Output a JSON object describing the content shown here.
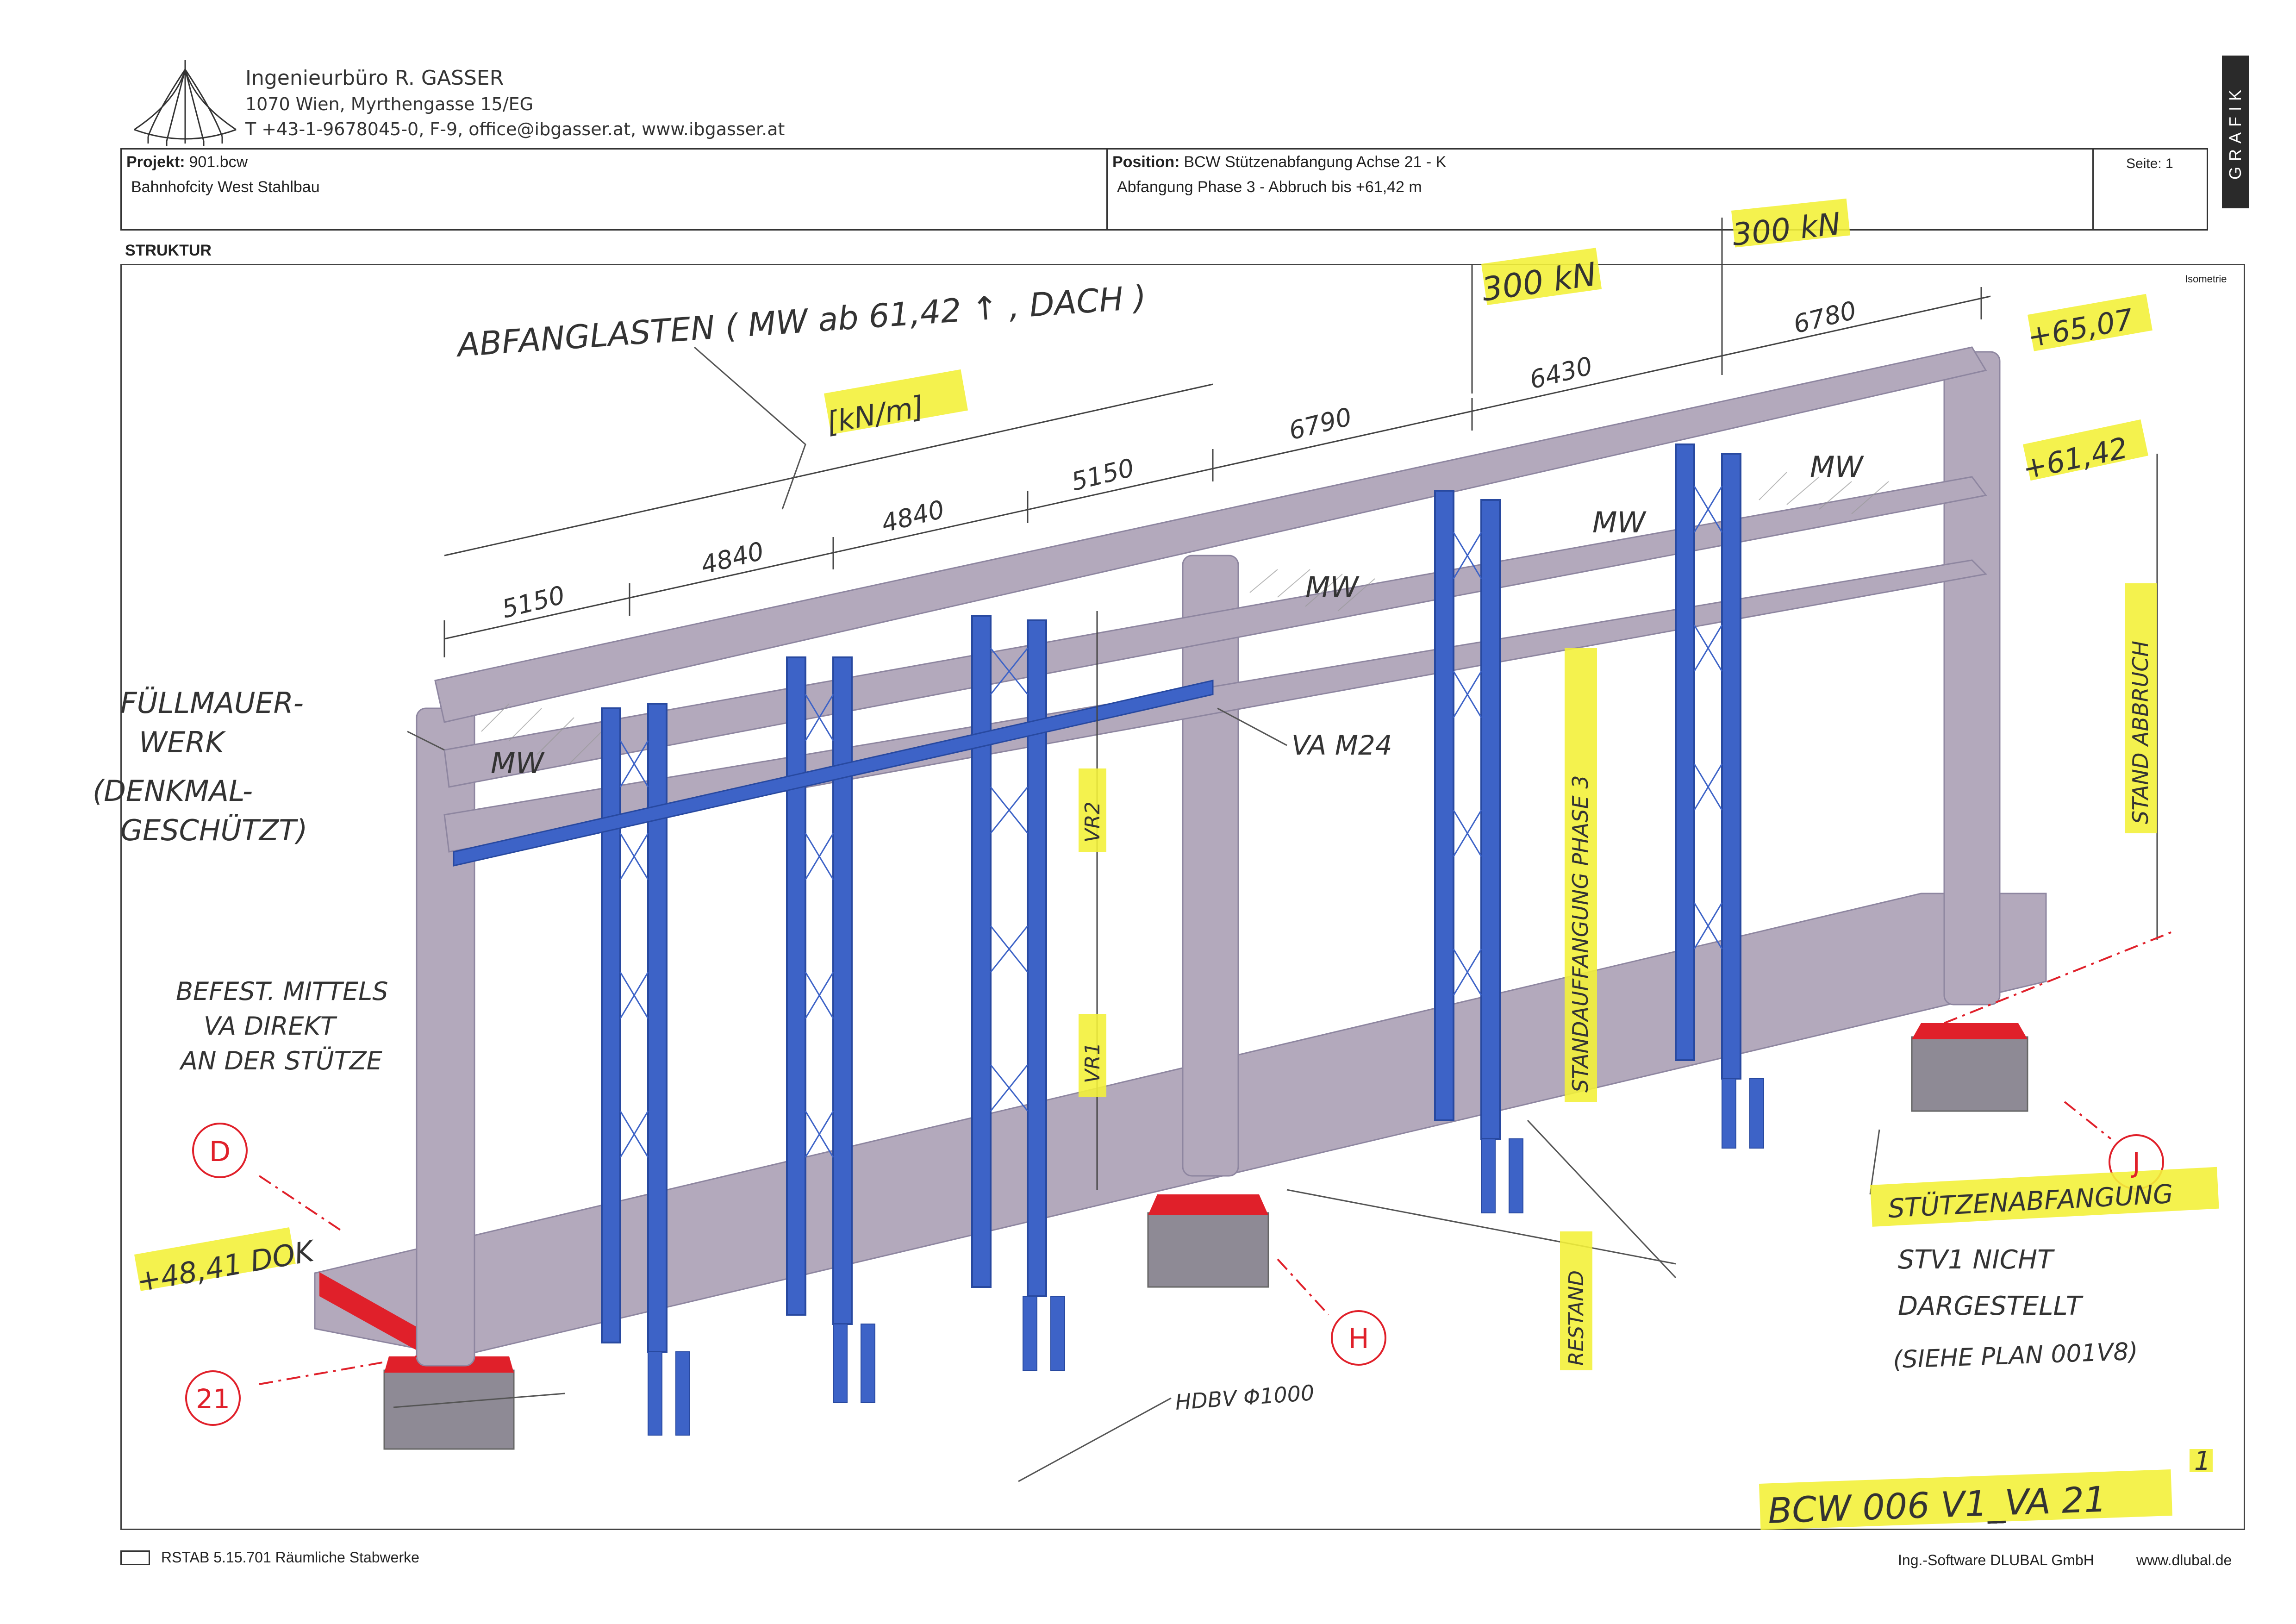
{
  "company": {
    "name": "Ingenieurbüro R. GASSER",
    "address": "1070 Wien, Myrthengasse 15/EG",
    "contact": "T +43-1-9678045-0, F-9, office@ibgasser.at, www.ibgasser.at",
    "logo_icon": "tent-roof-logo"
  },
  "side_tab": "GRAFIK",
  "header": {
    "projekt_label": "Projekt:",
    "projekt_value": "901.bcw",
    "projekt_desc": "Bahnhofcity West Stahlbau",
    "position_label": "Position:",
    "position_value": "BCW Stützenabfangung Achse 21 - K",
    "position_desc": "Abfangung Phase 3 - Abbruch bis +61,42 m",
    "seite": "Seite: 1"
  },
  "section_title": "STRUKTUR",
  "view_label": "Isometrie",
  "annotations": {
    "load_case": "ABFANGLASTEN  ( MW ab 61,42 ↑ , DACH )",
    "load_case_hl": "[kN/m]",
    "load1": "300 kN",
    "load2": "300 kN",
    "top_elev": "+65,07",
    "demol_elev": "+61,42",
    "base_elev": "+48,41 DOK",
    "dims_upper": [
      "5150",
      "4840",
      "4840",
      "5150",
      "6790",
      "6430",
      "6780"
    ],
    "mw": [
      "MW",
      "MW",
      "MW",
      "MW"
    ],
    "infill1": "FÜLLMAUER-",
    "infill2": "WERK",
    "infill3": "(DENKMAL-",
    "infill4": "GESCHÜTZT)",
    "anchor1": "BEFEST. MITTELS",
    "anchor2": "VA DIREKT",
    "anchor3": "AN DER STÜTZE",
    "va": "VA M24",
    "vr1": "VR1",
    "vr2": "VR2",
    "phase3": "STANDAUFFANGUNG PHASE 3",
    "stand": "STAND ABBRUCH",
    "restand": "RESTAND",
    "note1": "STÜTZENABFANGUNG",
    "note2": "STV1 NICHT",
    "note3": "DARGESTELLT",
    "note4": "(SIEHE PLAN 001V8)",
    "pile": "HDBV Φ1000",
    "axis_d": "D",
    "axis_h": "H",
    "axis_j": "J",
    "axis_21": "21",
    "drawing_no": "BCW 006 V1_VA 21",
    "sheet": "1"
  },
  "footer": {
    "software": "RSTAB 5.15.701 Räumliche Stabwerke",
    "vendor": "Ing.-Software DLUBAL GmbH",
    "url": "www.dlubal.de"
  },
  "colors": {
    "structure": "#b3a9bc",
    "steel": "#3d63c7",
    "foundation_red": "#e0202a",
    "highlight": "#f3f13a"
  }
}
